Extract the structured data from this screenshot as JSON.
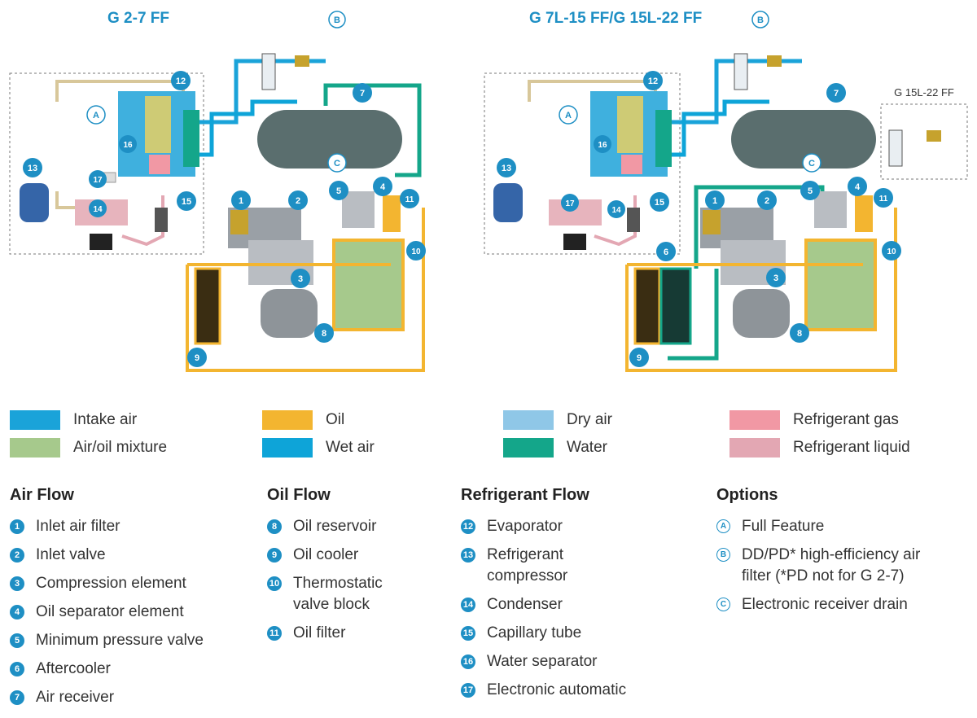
{
  "titles": {
    "left": "G 2-7 FF",
    "right": "G 7L-15 FF/G 15L-22 FF",
    "option_box": "G 15L-22 FF"
  },
  "markers": {
    "A": "A",
    "B": "B",
    "C": "C",
    "n1": "1",
    "n2": "2",
    "n3": "3",
    "n4": "4",
    "n5": "5",
    "n6": "6",
    "n7": "7",
    "n8": "8",
    "n9": "9",
    "n10": "10",
    "n11": "11",
    "n12": "12",
    "n13": "13",
    "n14": "14",
    "n15": "15",
    "n16": "16",
    "n17": "17"
  },
  "legend": [
    {
      "label": "Intake air",
      "color": "#1aa3d9"
    },
    {
      "label": "Air/oil mixture",
      "color": "#a6c98c"
    },
    {
      "label": "Oil",
      "color": "#f3b530"
    },
    {
      "label": "Wet air",
      "color": "#0ea4d8"
    },
    {
      "label": "Dry air",
      "color": "#8fc7e7"
    },
    {
      "label": "Water",
      "color": "#14a68a"
    },
    {
      "label": "Refrigerant gas",
      "color": "#f198a4"
    },
    {
      "label": "Refrigerant liquid",
      "color": "#e3a7b3"
    }
  ],
  "colors": {
    "accent": "#1e8fc4",
    "oil": "#f3b530",
    "water": "#14a68a",
    "intake": "#1aa3d9",
    "tank": "#5a6e6e",
    "mix": "#a6c98c"
  },
  "sections": {
    "air_flow": {
      "title": "Air Flow",
      "items": [
        {
          "n": "1",
          "text": "Inlet air filter"
        },
        {
          "n": "2",
          "text": "Inlet valve"
        },
        {
          "n": "3",
          "text": "Compression element"
        },
        {
          "n": "4",
          "text": "Oil separator element"
        },
        {
          "n": "5",
          "text": "Minimum pressure valve"
        },
        {
          "n": "6",
          "text": "Aftercooler"
        },
        {
          "n": "7",
          "text": "Air receiver"
        }
      ]
    },
    "oil_flow": {
      "title": "Oil Flow",
      "items": [
        {
          "n": "8",
          "text": "Oil reservoir"
        },
        {
          "n": "9",
          "text": "Oil cooler"
        },
        {
          "n": "10",
          "text": "Thermostatic\nvalve block"
        },
        {
          "n": "11",
          "text": "Oil filter"
        }
      ]
    },
    "refrigerant_flow": {
      "title": "Refrigerant Flow",
      "items": [
        {
          "n": "12",
          "text": "Evaporator"
        },
        {
          "n": "13",
          "text": "Refrigerant\ncompressor"
        },
        {
          "n": "14",
          "text": "Condenser"
        },
        {
          "n": "15",
          "text": "Capillary tube"
        },
        {
          "n": "16",
          "text": "Water separator"
        },
        {
          "n": "17",
          "text": "Electronic automatic"
        }
      ]
    },
    "options": {
      "title": "Options",
      "items": [
        {
          "n": "A",
          "text": "Full Feature"
        },
        {
          "n": "B",
          "text": "DD/PD* high-efficiency air\nfilter (*PD not for G 2-7)"
        },
        {
          "n": "C",
          "text": "Electronic receiver drain"
        }
      ]
    }
  }
}
